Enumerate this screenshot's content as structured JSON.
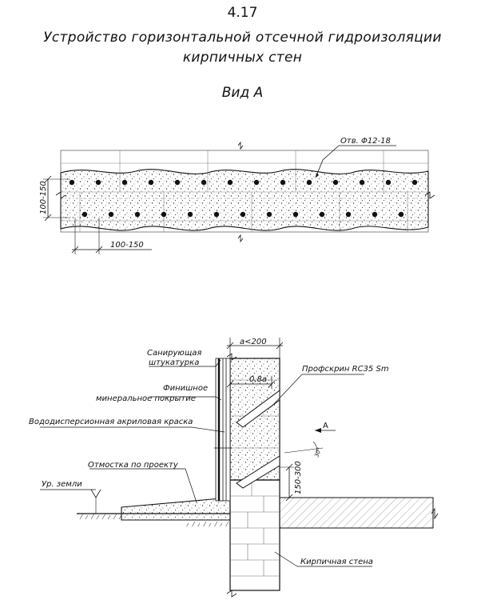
{
  "sheet_number": "4.17",
  "title": {
    "line1": "Устройство горизонтальной отсечной гидроизоляции",
    "line2": "кирпичных стен"
  },
  "view_title": "Вид А",
  "plan_view": {
    "hole_label": "Отв. Φ12-18",
    "vertical_dimension": "100-150",
    "horizontal_dimension": "100-150"
  },
  "section": {
    "wall_thickness": "a<200",
    "injection_depth": "0,8a",
    "view_marker": "A",
    "angle_label": "30°",
    "injection_height": "150-300",
    "labels": {
      "sanitizing_plaster_line1": "Санирующая",
      "sanitizing_plaster_line2": "штукатурка",
      "finish_coating_line1": "Финишное",
      "finish_coating_line2": "минеральное покрытие",
      "acrylic_paint": "Вододисперсионная акриловая краска",
      "blind_area": "Отмостка по проекту",
      "ground_level": "Ур. земли",
      "product": "Профскрин RC35 Sm",
      "brick_wall": "Кирпичная стена"
    }
  }
}
